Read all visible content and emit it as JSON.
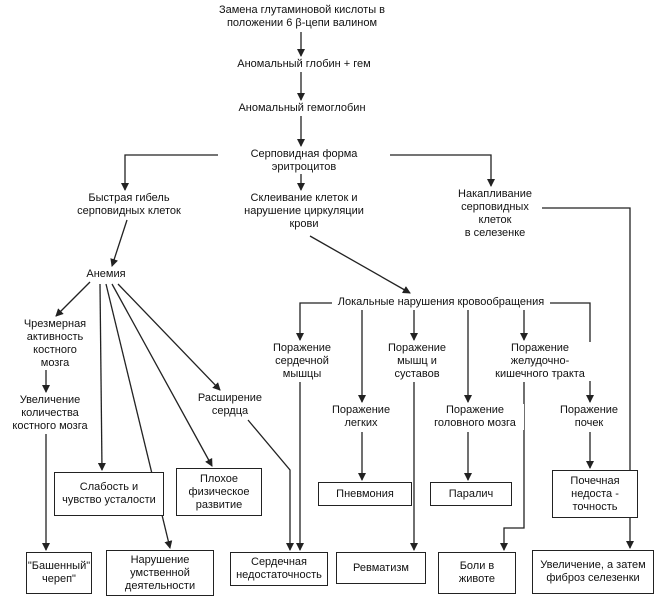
{
  "nodes": {
    "root": "Замена глутаминовой кислоты в\nположении 6  β-цепи  валином",
    "globin": "Аномальный глобин  + гем",
    "hemoglobin": "Аномальный гемоглобин",
    "sickle": "Серповидная форма эритроцитов",
    "fast_death": "Быстрая гибель\nсерповидных клеток",
    "sticking": "Склеивание клеток и\nнарушение циркуляции\nкрови",
    "spleen_accum": "Накапливание\nсерповидных\nклеток\nв селезенке",
    "anemia": "Анемия",
    "local_circ": "Локальные нарушения кровообращения",
    "marrow_activity": "Чрезмерная\nактивность\nкостного мозга",
    "marrow_increase": "Увеличение\nколичества\nкостного мозга",
    "heart_enlarge": "Расширение\nсердца",
    "heart_muscle": "Поражение\nсердечной\nмышцы",
    "lungs": "Поражение\nлегких",
    "muscles_joints": "Поражение\nмышц и\nсуставов",
    "brain": "Поражение\nголовного мозга",
    "gi_tract": "Поражение\nжелудочно-\nкишечного тракта",
    "kidneys": "Поражение\nпочек"
  },
  "boxes": {
    "weakness": "Слабость и\nчувство усталости",
    "growth": "Плохое\nфизическое\nразвитие",
    "pneumonia": "Пневмония",
    "paralysis": "Паралич",
    "renal": "Почечная\nнедоста -\nточность",
    "tower_skull": "\"Башенный\"\nчереп\"",
    "mental": "Нарушение\nумственной\nдеятельности",
    "heart_failure": "Сердечная\nнедостаточность",
    "rheumatism": "Ревматизм",
    "abdominal_pain": "Боли в\nживоте",
    "spleen_fibrosis": "Увеличение, а затем\nфиброз селезенки"
  }
}
